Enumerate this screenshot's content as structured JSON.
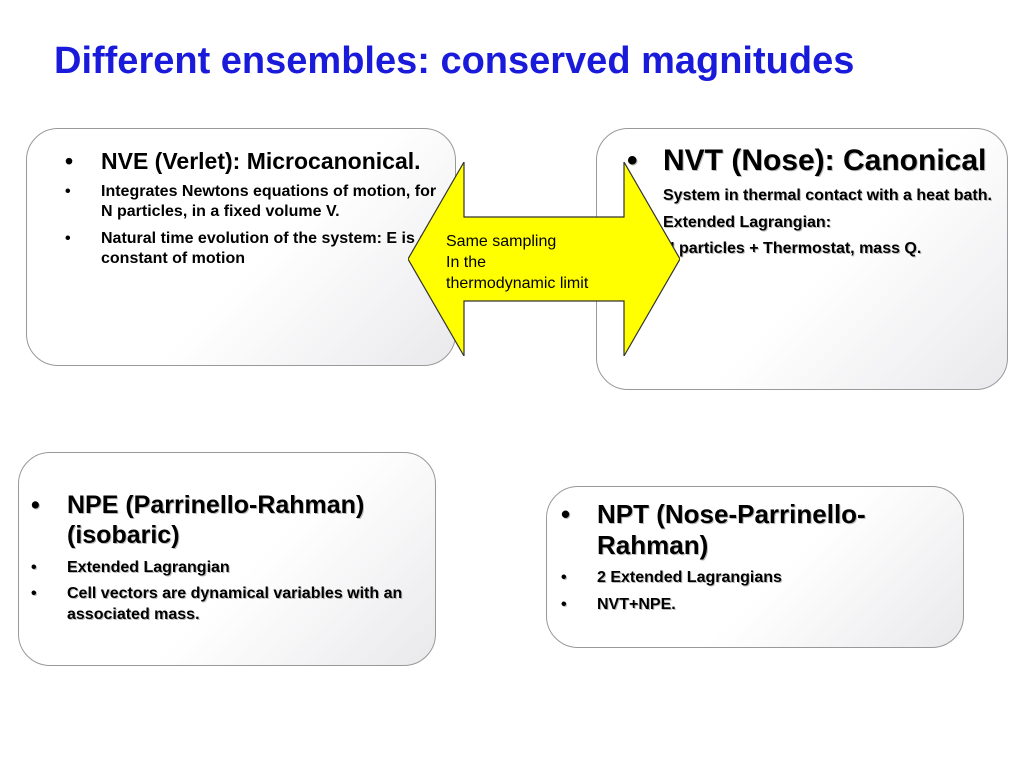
{
  "slide": {
    "title": "Different ensembles: conserved magnitudes"
  },
  "nve": {
    "heading": "NVE (Verlet): Microcanonical.",
    "items": [
      "Integrates Newtons equations of motion, for N particles, in a fixed volume V.",
      "Natural time evolution of the system: E is a constant of motion"
    ]
  },
  "nvt": {
    "heading": "NVT (Nose): Canonical",
    "items": [
      "System in thermal contact with a heat bath.",
      "Extended Lagrangian:",
      "N particles + Thermostat, mass Q."
    ]
  },
  "npe": {
    "heading": "NPE (Parrinello-Rahman) (isobaric)",
    "items": [
      "Extended Lagrangian",
      "Cell vectors are dynamical variables with an associated mass."
    ]
  },
  "npt": {
    "heading": "NPT (Nose-Parrinello-Rahman)",
    "items": [
      "2 Extended Lagrangians",
      "NVT+NPE."
    ]
  },
  "arrow": {
    "lines": [
      "Same sampling",
      "In the",
      "thermodynamic limit"
    ],
    "fill": "#ffff00"
  },
  "colors": {
    "title": "#1a1adb"
  }
}
